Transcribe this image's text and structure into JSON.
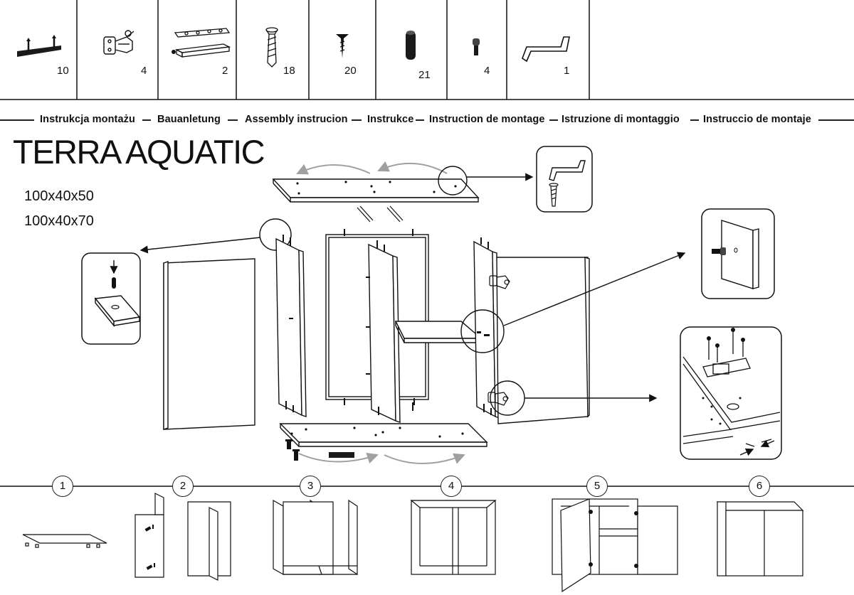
{
  "parts": [
    {
      "icon": "dowel-strip-icon",
      "qty": "10"
    },
    {
      "icon": "hinge-icon",
      "qty": "4"
    },
    {
      "icon": "connector-plate-icon",
      "qty": "2"
    },
    {
      "icon": "confirmat-screw-icon",
      "qty": "18"
    },
    {
      "icon": "wood-screw-icon",
      "qty": "20"
    },
    {
      "icon": "wooden-dowel-icon",
      "qty": "21"
    },
    {
      "icon": "shelf-pin-icon",
      "qty": "4"
    },
    {
      "icon": "allen-key-icon",
      "qty": "1"
    }
  ],
  "languages": [
    "Instrukcja montażu",
    "Bauanletung",
    "Assembly instrucion",
    "Instrukce",
    "Instruction de montage",
    "Istruzione di montaggio",
    "Instruccio de montaje"
  ],
  "product": {
    "name": "TERRA AQUATIC",
    "dimensions": [
      "100x40x50",
      "100x40x70"
    ]
  },
  "steps": [
    "1",
    "2",
    "3",
    "4",
    "5",
    "6"
  ],
  "colors": {
    "line": "#111111",
    "arrow_gray": "#a0a0a0",
    "fill_dark": "#1a1a1a"
  }
}
